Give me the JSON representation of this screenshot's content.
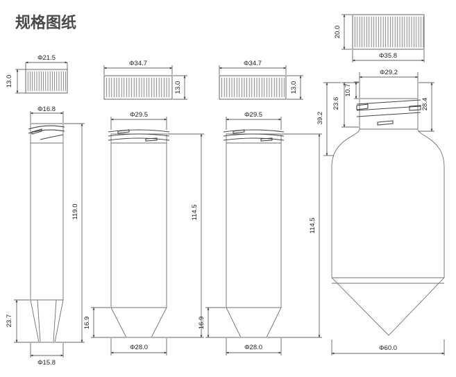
{
  "title": "规格图纸",
  "tube_15ml": {
    "cap_diameter": "Φ21.5",
    "cap_height": "13.0",
    "mouth_diameter": "Φ16.8",
    "length": "119.0",
    "cone_height": "23.7",
    "bottom_diameter": "Φ15.8"
  },
  "tube_50ml_a": {
    "cap_diameter": "Φ34.7",
    "cap_height": "13.0",
    "mouth_diameter": "Φ29.5",
    "length": "114.5",
    "cone_height": "16.9",
    "bottom_diameter": "Φ28.0"
  },
  "tube_50ml_b": {
    "cap_diameter": "Φ34.7",
    "cap_height": "13.0",
    "mouth_diameter": "Φ29.5",
    "length": "114.5",
    "cone_height": "16.9",
    "bottom_diameter": "Φ28.0"
  },
  "bottle": {
    "cap_height": "20.0",
    "cap_diameter": "Φ35.8",
    "neck_diameter": "Φ29.2",
    "thread_height": "10.7",
    "neck_height_left": "23.6",
    "neck_height_right": "28.4",
    "shoulder_height": "39.2",
    "length": "114.5",
    "body_diameter": "Φ60.0"
  }
}
